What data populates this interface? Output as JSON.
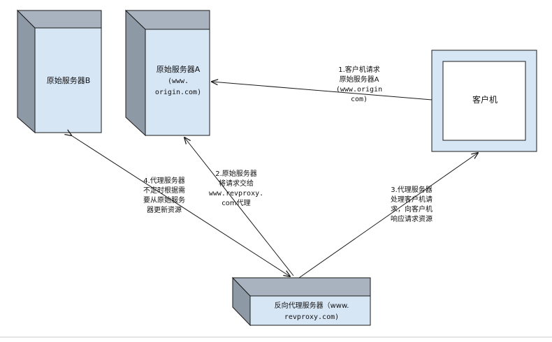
{
  "nodes": {
    "server_b": {
      "label": "原始服务器B"
    },
    "server_a": {
      "lines": [
        "原始服务器A",
        "(www.",
        "origin.com)"
      ]
    },
    "client": {
      "label": "客户机"
    },
    "proxy": {
      "lines": [
        "反向代理服务器（www.",
        "revproxy.com)"
      ]
    }
  },
  "edges": {
    "client_to_a": {
      "lines": [
        "1.客户机请求",
        "原始服务器A",
        "(www.origin",
        "com)"
      ]
    },
    "proxy_to_a": {
      "lines": [
        "2.原始服务器",
        "将请求交给",
        "www.revproxy.",
        "com代理"
      ]
    },
    "proxy_to_client": {
      "lines": [
        "3.代理服务器",
        "处理客户机请",
        "求，向客户机",
        "响应请求资源"
      ]
    },
    "proxy_to_b": {
      "lines": [
        "4.代理服务器",
        "不定时根据需",
        "要从原始服务",
        "器更新资源"
      ]
    }
  },
  "colors": {
    "box_fill": "#d6e6f5",
    "box_side": "#8e99a6",
    "box_top": "#a8b3bf",
    "stroke": "#1a1a1a"
  }
}
